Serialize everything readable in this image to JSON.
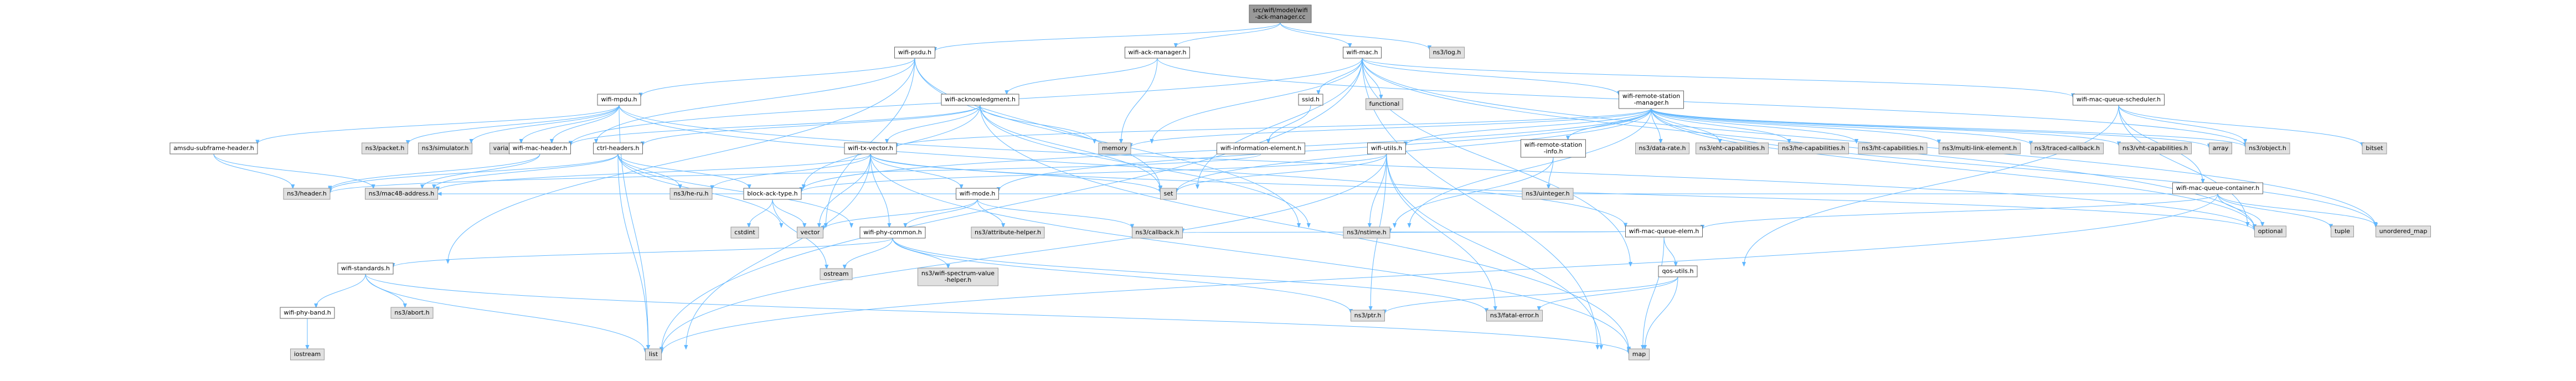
{
  "colors": {
    "edge": "#63b8ff",
    "root_fill": "#999999",
    "root_stroke": "#666666",
    "file_fill": "#ffffff",
    "file_stroke": "#666666",
    "system_fill": "#e0e0e0",
    "system_stroke": "#999999"
  },
  "nodes": [
    {
      "id": "root",
      "label": "src/wifi/model/wifi\n-ack-manager.cc",
      "kind": "root"
    },
    {
      "id": "wifi-psdu",
      "label": "wifi-psdu.h",
      "kind": "file"
    },
    {
      "id": "wifi-ack-manager",
      "label": "wifi-ack-manager.h",
      "kind": "file"
    },
    {
      "id": "wifi-mac",
      "label": "wifi-mac.h",
      "kind": "file"
    },
    {
      "id": "ns3-log",
      "label": "ns3/log.h",
      "kind": "system"
    },
    {
      "id": "wifi-mpdu",
      "label": "wifi-mpdu.h",
      "kind": "file"
    },
    {
      "id": "wifi-acknowledgment",
      "label": "wifi-acknowledgment.h",
      "kind": "file"
    },
    {
      "id": "ssid",
      "label": "ssid.h",
      "kind": "file"
    },
    {
      "id": "functional",
      "label": "functional",
      "kind": "system"
    },
    {
      "id": "wifi-remote-station-manager",
      "label": "wifi-remote-station\n-manager.h",
      "kind": "file"
    },
    {
      "id": "wifi-mac-queue-scheduler",
      "label": "wifi-mac-queue-scheduler.h",
      "kind": "file"
    },
    {
      "id": "amsdu-subframe-header",
      "label": "amsdu-subframe-header.h",
      "kind": "file"
    },
    {
      "id": "ns3-packet",
      "label": "ns3/packet.h",
      "kind": "system"
    },
    {
      "id": "ns3-simulator",
      "label": "ns3/simulator.h",
      "kind": "system"
    },
    {
      "id": "variant",
      "label": "variant",
      "kind": "system"
    },
    {
      "id": "wifi-mac-header",
      "label": "wifi-mac-header.h",
      "kind": "file"
    },
    {
      "id": "ctrl-headers",
      "label": "ctrl-headers.h",
      "kind": "file"
    },
    {
      "id": "wifi-tx-vector",
      "label": "wifi-tx-vector.h",
      "kind": "file"
    },
    {
      "id": "memory",
      "label": "memory",
      "kind": "system"
    },
    {
      "id": "wifi-information-element",
      "label": "wifi-information-element.h",
      "kind": "file"
    },
    {
      "id": "wifi-utils",
      "label": "wifi-utils.h",
      "kind": "file"
    },
    {
      "id": "wifi-remote-station-info",
      "label": "wifi-remote-station\n-info.h",
      "kind": "file"
    },
    {
      "id": "ns3-data-rate",
      "label": "ns3/data-rate.h",
      "kind": "system"
    },
    {
      "id": "ns3-eht-capabilities",
      "label": "ns3/eht-capabilities.h",
      "kind": "system"
    },
    {
      "id": "ns3-he-capabilities",
      "label": "ns3/he-capabilities.h",
      "kind": "system"
    },
    {
      "id": "ns3-ht-capabilities",
      "label": "ns3/ht-capabilities.h",
      "kind": "system"
    },
    {
      "id": "ns3-multi-link-element",
      "label": "ns3/multi-link-element.h",
      "kind": "system"
    },
    {
      "id": "ns3-traced-callback",
      "label": "ns3/traced-callback.h",
      "kind": "system"
    },
    {
      "id": "ns3-vht-capabilities",
      "label": "ns3/vht-capabilities.h",
      "kind": "system"
    },
    {
      "id": "array",
      "label": "array",
      "kind": "system"
    },
    {
      "id": "ns3-object",
      "label": "ns3/object.h",
      "kind": "system"
    },
    {
      "id": "bitset",
      "label": "bitset",
      "kind": "system"
    },
    {
      "id": "wifi-mac-queue-container",
      "label": "wifi-mac-queue-container.h",
      "kind": "file"
    },
    {
      "id": "ns3-header",
      "label": "ns3/header.h",
      "kind": "system"
    },
    {
      "id": "ns3-mac48-address",
      "label": "ns3/mac48-address.h",
      "kind": "system"
    },
    {
      "id": "ns3-he-ru",
      "label": "ns3/he-ru.h",
      "kind": "system"
    },
    {
      "id": "block-ack-type",
      "label": "block-ack-type.h",
      "kind": "file"
    },
    {
      "id": "wifi-mode",
      "label": "wifi-mode.h",
      "kind": "file"
    },
    {
      "id": "set",
      "label": "set",
      "kind": "system"
    },
    {
      "id": "ns3-uinteger",
      "label": "ns3/uinteger.h",
      "kind": "system"
    },
    {
      "id": "wifi-mac-queue-elem",
      "label": "wifi-mac-queue-elem.h",
      "kind": "file"
    },
    {
      "id": "optional",
      "label": "optional",
      "kind": "system"
    },
    {
      "id": "tuple",
      "label": "tuple",
      "kind": "system"
    },
    {
      "id": "unordered_map",
      "label": "unordered_map",
      "kind": "system"
    },
    {
      "id": "cstdint",
      "label": "cstdint",
      "kind": "system"
    },
    {
      "id": "vector",
      "label": "vector",
      "kind": "system"
    },
    {
      "id": "wifi-phy-common",
      "label": "wifi-phy-common.h",
      "kind": "file"
    },
    {
      "id": "ns3-attribute-helper",
      "label": "ns3/attribute-helper.h",
      "kind": "system"
    },
    {
      "id": "ns3-callback",
      "label": "ns3/callback.h",
      "kind": "system"
    },
    {
      "id": "ns3-nstime",
      "label": "ns3/nstime.h",
      "kind": "system"
    },
    {
      "id": "qos-utils",
      "label": "qos-utils.h",
      "kind": "file"
    },
    {
      "id": "ostream",
      "label": "ostream",
      "kind": "system"
    },
    {
      "id": "ns3-wifi-spectrum-value-helper",
      "label": "ns3/wifi-spectrum-value\n-helper.h",
      "kind": "system"
    },
    {
      "id": "ns3-ptr",
      "label": "ns3/ptr.h",
      "kind": "system"
    },
    {
      "id": "ns3-fatal-error",
      "label": "ns3/fatal-error.h",
      "kind": "system"
    },
    {
      "id": "wifi-standards",
      "label": "wifi-standards.h",
      "kind": "file"
    },
    {
      "id": "wifi-phy-band",
      "label": "wifi-phy-band.h",
      "kind": "file"
    },
    {
      "id": "ns3-abort",
      "label": "ns3/abort.h",
      "kind": "system"
    },
    {
      "id": "list",
      "label": "list",
      "kind": "system"
    },
    {
      "id": "map",
      "label": "map",
      "kind": "system"
    },
    {
      "id": "iostream",
      "label": "iostream",
      "kind": "system"
    }
  ],
  "edges": [
    [
      "root",
      "wifi-psdu"
    ],
    [
      "root",
      "wifi-ack-manager"
    ],
    [
      "root",
      "wifi-mac"
    ],
    [
      "root",
      "ns3-log"
    ],
    [
      "wifi-psdu",
      "wifi-mpdu"
    ],
    [
      "wifi-psdu",
      "wifi-mac-header"
    ],
    [
      "wifi-psdu",
      "ns3-nstime"
    ],
    [
      "wifi-psdu",
      "set"
    ],
    [
      "wifi-psdu",
      "vector"
    ],
    [
      "wifi-psdu",
      "wifi-standards"
    ],
    [
      "wifi-ack-manager",
      "wifi-acknowledgment"
    ],
    [
      "wifi-ack-manager",
      "memory"
    ],
    [
      "wifi-ack-manager",
      "ns3-object"
    ],
    [
      "wifi-mac",
      "ssid"
    ],
    [
      "wifi-mac",
      "functional"
    ],
    [
      "wifi-mac",
      "wifi-remote-station-manager"
    ],
    [
      "wifi-mac",
      "wifi-mac-queue-scheduler"
    ],
    [
      "wifi-mac",
      "memory"
    ],
    [
      "wifi-mac",
      "set"
    ],
    [
      "wifi-mac",
      "list"
    ],
    [
      "wifi-mac",
      "map"
    ],
    [
      "wifi-mac",
      "optional"
    ],
    [
      "wifi-mac",
      "unordered_map"
    ],
    [
      "wifi-mac",
      "qos-utils"
    ],
    [
      "wifi-mac",
      "wifi-mac-header"
    ],
    [
      "wifi-mpdu",
      "amsdu-subframe-header"
    ],
    [
      "wifi-mpdu",
      "ns3-packet"
    ],
    [
      "wifi-mpdu",
      "ns3-simulator"
    ],
    [
      "wifi-mpdu",
      "variant"
    ],
    [
      "wifi-mpdu",
      "wifi-mac-header"
    ],
    [
      "wifi-mpdu",
      "wifi-mac-queue-elem"
    ],
    [
      "wifi-mpdu",
      "list"
    ],
    [
      "wifi-mpdu",
      "optional"
    ],
    [
      "amsdu-subframe-header",
      "ns3-header"
    ],
    [
      "amsdu-subframe-header",
      "ns3-mac48-address"
    ],
    [
      "wifi-mac-header",
      "ns3-header"
    ],
    [
      "wifi-mac-header",
      "ns3-mac48-address"
    ],
    [
      "wifi-acknowledgment",
      "ctrl-headers"
    ],
    [
      "wifi-acknowledgment",
      "wifi-tx-vector"
    ],
    [
      "wifi-acknowledgment",
      "block-ack-type"
    ],
    [
      "wifi-acknowledgment",
      "wifi-mac-header"
    ],
    [
      "wifi-acknowledgment",
      "ns3-nstime"
    ],
    [
      "wifi-acknowledgment",
      "map"
    ],
    [
      "wifi-acknowledgment",
      "memory"
    ],
    [
      "wifi-acknowledgment",
      "set"
    ],
    [
      "ctrl-headers",
      "ns3-header"
    ],
    [
      "ctrl-headers",
      "ns3-mac48-address"
    ],
    [
      "ctrl-headers",
      "block-ack-type"
    ],
    [
      "ctrl-headers",
      "ns3-he-ru"
    ],
    [
      "ctrl-headers",
      "wifi-phy-common"
    ],
    [
      "ctrl-headers",
      "list"
    ],
    [
      "ctrl-headers",
      "vector"
    ],
    [
      "wifi-tx-vector",
      "wifi-mode"
    ],
    [
      "wifi-tx-vector",
      "wifi-phy-common"
    ],
    [
      "wifi-tx-vector",
      "ns3-he-ru"
    ],
    [
      "wifi-tx-vector",
      "ns3-mac48-address"
    ],
    [
      "wifi-tx-vector",
      "list"
    ],
    [
      "wifi-tx-vector",
      "set"
    ],
    [
      "wifi-tx-vector",
      "vector"
    ],
    [
      "wifi-tx-vector",
      "map"
    ],
    [
      "wifi-tx-vector",
      "optional"
    ],
    [
      "block-ack-type",
      "cstdint"
    ],
    [
      "block-ack-type",
      "ostream"
    ],
    [
      "block-ack-type",
      "vector"
    ],
    [
      "wifi-mode",
      "wifi-phy-common"
    ],
    [
      "wifi-mode",
      "ns3-attribute-helper"
    ],
    [
      "wifi-mode",
      "ns3-callback"
    ],
    [
      "wifi-mode",
      "vector"
    ],
    [
      "wifi-phy-common",
      "wifi-standards"
    ],
    [
      "wifi-phy-common",
      "ns3-fatal-error"
    ],
    [
      "wifi-phy-common",
      "ns3-ptr"
    ],
    [
      "wifi-phy-common",
      "ns3-wifi-spectrum-value-helper"
    ],
    [
      "wifi-phy-common",
      "ostream"
    ],
    [
      "wifi-standards",
      "wifi-phy-band"
    ],
    [
      "wifi-standards",
      "ns3-abort"
    ],
    [
      "wifi-standards",
      "list"
    ],
    [
      "wifi-standards",
      "map"
    ],
    [
      "wifi-phy-band",
      "iostream"
    ],
    [
      "ssid",
      "wifi-information-element"
    ],
    [
      "wifi-information-element",
      "ns3-header"
    ],
    [
      "wifi-remote-station-manager",
      "wifi-remote-station-info"
    ],
    [
      "wifi-remote-station-manager",
      "wifi-utils"
    ],
    [
      "wifi-remote-station-manager",
      "ns3-data-rate"
    ],
    [
      "wifi-remote-station-manager",
      "ns3-eht-capabilities"
    ],
    [
      "wifi-remote-station-manager",
      "ns3-he-capabilities"
    ],
    [
      "wifi-remote-station-manager",
      "ns3-ht-capabilities"
    ],
    [
      "wifi-remote-station-manager",
      "ns3-multi-link-element"
    ],
    [
      "wifi-remote-station-manager",
      "ns3-traced-callback"
    ],
    [
      "wifi-remote-station-manager",
      "ns3-vht-capabilities"
    ],
    [
      "wifi-remote-station-manager",
      "array"
    ],
    [
      "wifi-remote-station-manager",
      "ns3-object"
    ],
    [
      "wifi-remote-station-manager",
      "memory"
    ],
    [
      "wifi-remote-station-manager",
      "optional"
    ],
    [
      "wifi-remote-station-manager",
      "unordered_map"
    ],
    [
      "wifi-remote-station-manager",
      "wifi-mode"
    ],
    [
      "wifi-remote-station-manager",
      "wifi-tx-vector"
    ],
    [
      "wifi-remote-station-manager",
      "block-ack-type"
    ],
    [
      "wifi-remote-station-manager",
      "ns3-nstime"
    ],
    [
      "wifi-remote-station-manager",
      "set"
    ],
    [
      "wifi-remote-station-info",
      "ns3-uinteger"
    ],
    [
      "wifi-remote-station-info",
      "ns3-nstime"
    ],
    [
      "wifi-utils",
      "block-ack-type"
    ],
    [
      "wifi-utils",
      "ns3-fatal-error"
    ],
    [
      "wifi-utils",
      "ns3-nstime"
    ],
    [
      "wifi-utils",
      "ns3-ptr"
    ],
    [
      "wifi-utils",
      "list"
    ],
    [
      "wifi-utils",
      "map"
    ],
    [
      "wifi-utils",
      "set"
    ],
    [
      "wifi-mac-queue-scheduler",
      "wifi-mac-queue-container"
    ],
    [
      "wifi-mac-queue-scheduler",
      "bitset"
    ],
    [
      "wifi-mac-queue-scheduler",
      "ns3-object"
    ],
    [
      "wifi-mac-queue-scheduler",
      "optional"
    ],
    [
      "wifi-mac-queue-scheduler",
      "qos-utils"
    ],
    [
      "wifi-mac-queue-container",
      "wifi-mac-queue-elem"
    ],
    [
      "wifi-mac-queue-container",
      "tuple"
    ],
    [
      "wifi-mac-queue-container",
      "unordered_map"
    ],
    [
      "wifi-mac-queue-container",
      "optional"
    ],
    [
      "wifi-mac-queue-container",
      "list"
    ],
    [
      "wifi-mac-queue-container",
      "ns3-mac48-address"
    ],
    [
      "wifi-mac-queue-elem",
      "ns3-callback"
    ],
    [
      "wifi-mac-queue-elem",
      "ns3-nstime"
    ],
    [
      "wifi-mac-queue-elem",
      "qos-utils"
    ],
    [
      "wifi-mac-queue-elem",
      "map"
    ],
    [
      "qos-utils",
      "ns3-fatal-error"
    ],
    [
      "qos-utils",
      "ns3-ptr"
    ],
    [
      "qos-utils",
      "map"
    ]
  ]
}
